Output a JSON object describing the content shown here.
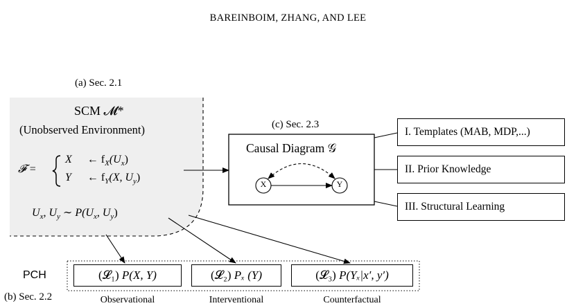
{
  "header": "BAREINBOIM, ZHANG, AND LEE",
  "scm": {
    "section": "(a) Sec. 2.1",
    "title": "SCM 𝓜*",
    "subtitle": "(Unobserved Environment)",
    "eq_lhs": "𝓕 =",
    "eq_row1_var": "X",
    "eq_row1_fn": "← f",
    "eq_row1_sub": "X",
    "eq_row1_args": "(U",
    "eq_row1_args_sub": "x",
    "eq_row1_close": ")",
    "eq_row2_var": "Y",
    "eq_row2_fn": "← f",
    "eq_row2_sub": "Y",
    "eq_row2_args": "(X, U",
    "eq_row2_args_sub": "y",
    "eq_row2_close": ")",
    "dist": "U",
    "dist_sub1": "x",
    "dist_mid": ", U",
    "dist_sub2": "y",
    "dist_tail": " ∼ P(U",
    "dist_sub3": "x",
    "dist_mid2": ", U",
    "dist_sub4": "y",
    "dist_close": ")"
  },
  "diagram": {
    "section": "(c) Sec. 2.3",
    "title": "Causal Diagram 𝒢",
    "node_x": "X",
    "node_y": "Y"
  },
  "right_items": [
    "I. Templates (MAB, MDP,...)",
    "II. Prior Knowledge",
    "III. Structural Learning"
  ],
  "pch": {
    "label": "PCH",
    "section": "(b) Sec. 2.2",
    "layers": [
      {
        "tag": "(𝓛₁)",
        "expr": "P(X, Y)",
        "caption": "Observational"
      },
      {
        "tag": "(𝓛₂)",
        "expr": "Pₓ (Y)",
        "caption": "Interventional"
      },
      {
        "tag": "(𝓛₃)",
        "expr": "P(Yₓ|x′, y′)",
        "caption": "Counterfactual"
      }
    ]
  }
}
